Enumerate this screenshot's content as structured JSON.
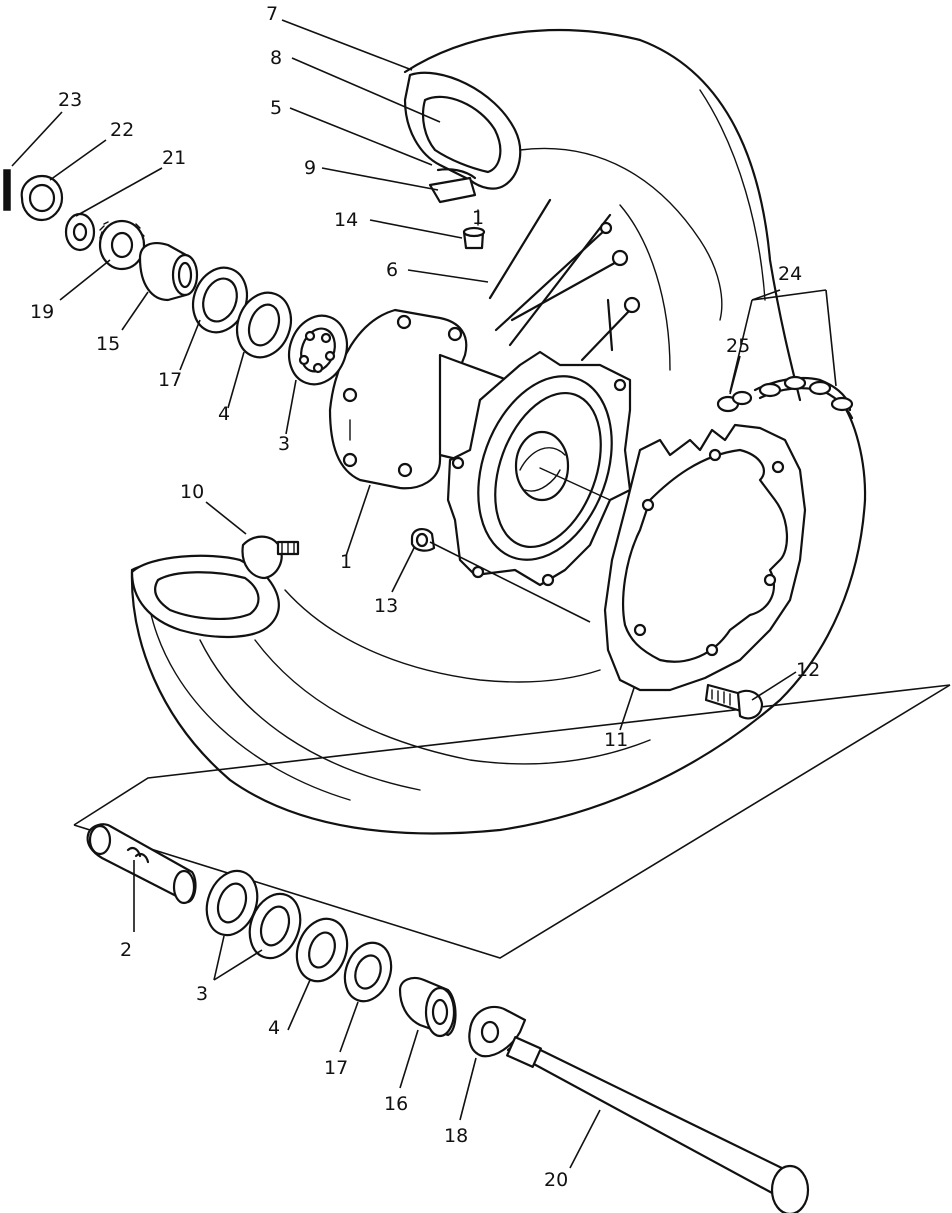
{
  "labels": {
    "l1a": "1",
    "l1b": "1",
    "l2": "2",
    "l3a": "3",
    "l3b": "3",
    "l4a": "4",
    "l4b": "4",
    "l5": "5",
    "l6": "6",
    "l7": "7",
    "l8": "8",
    "l9": "9",
    "l10": "10",
    "l11": "11",
    "l12": "12",
    "l13": "13",
    "l14": "14",
    "l15": "15",
    "l16": "16",
    "l17a": "17",
    "l17b": "17",
    "l18": "18",
    "l19": "19",
    "l20": "20",
    "l21": "21",
    "l22": "22",
    "l23": "23",
    "l24": "24",
    "l25": "25"
  }
}
